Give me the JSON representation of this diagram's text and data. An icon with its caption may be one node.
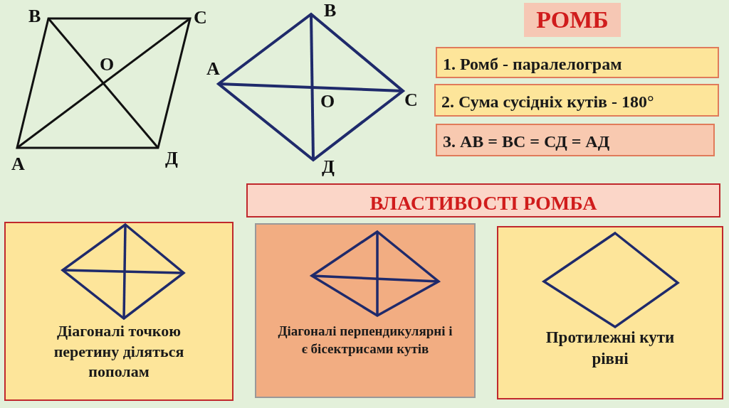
{
  "diagram": {
    "title": "РОМБ",
    "nodes": [
      {
        "text": [
          "1. Ромб - паралелограм"
        ]
      },
      {
        "text": [
          "2. Сума сусідніх кутів - 180°"
        ]
      },
      {
        "text": [
          "3. АВ = ВС = СД = АД"
        ]
      },
      {
        "text": [
          "ВЛАСТИВОСТІ РОМБА"
        ]
      },
      {
        "text": [
          "Діагоналі точкою перетину діляться пополам"
        ]
      },
      {
        "text": [
          "Діагоналі перпендикулярні і є бісектрисами кутів"
        ]
      },
      {
        "text": [
          "Протилежні кути рівні"
        ]
      }
    ],
    "edges": [],
    "labels": [
      "В",
      "С",
      "О",
      "А",
      "Д",
      "В",
      "А",
      "О",
      "С",
      "Д"
    ]
  }
}
